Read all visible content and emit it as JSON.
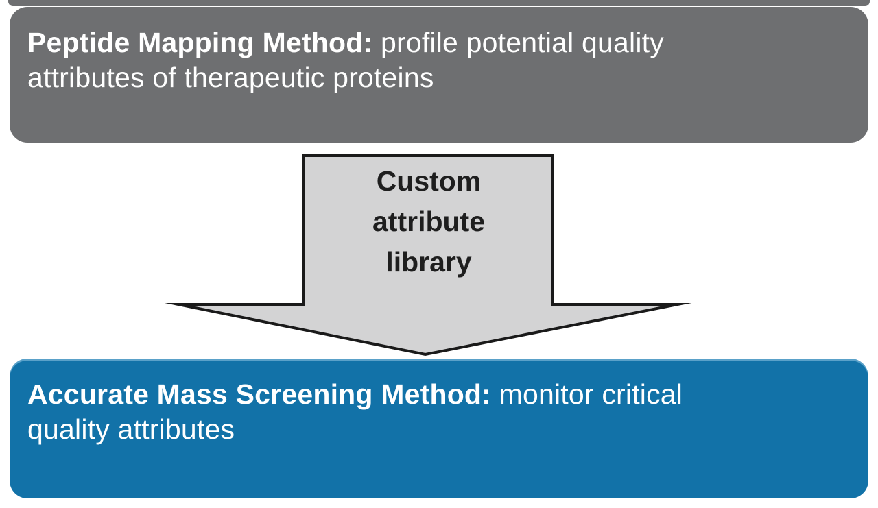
{
  "diagram": {
    "top_box": {
      "bold_label": "Peptide Mapping Method:",
      "text_line1": " profile potential quality",
      "text_line2": "attributes of therapeutic proteins",
      "bg_color": "#6e6f71",
      "text_color": "#ffffff"
    },
    "arrow": {
      "label_line1": "Custom",
      "label_line2": "attribute",
      "label_line3": "library",
      "fill_color": "#d3d3d4",
      "stroke_color": "#1a1a1a",
      "text_color": "#1e1e1e"
    },
    "bottom_box": {
      "bold_label": "Accurate Mass Screening Method:",
      "text_line1": " monitor critical",
      "text_line2": "quality attributes",
      "bg_color": "#1272a8",
      "text_color": "#ffffff"
    }
  }
}
